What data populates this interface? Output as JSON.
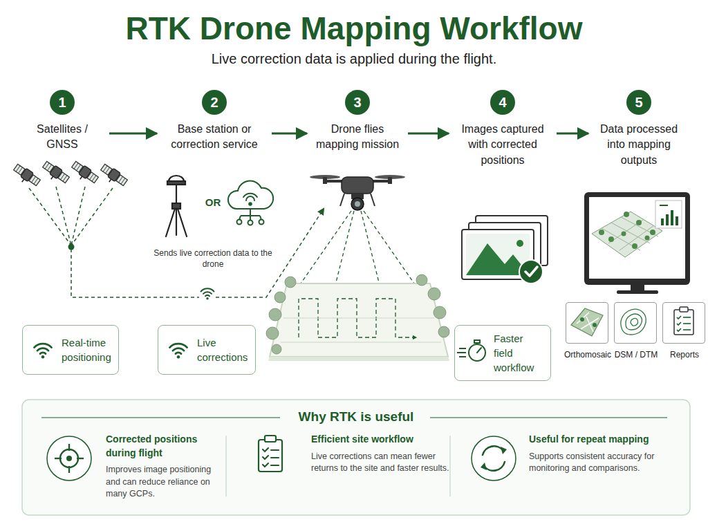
{
  "diagram": {
    "title": "RTK Drone Mapping Workflow",
    "nodes": [
      {
        "text": [
          "1",
          "Satellites / GNSS"
        ]
      },
      {
        "text": [
          "2",
          "Base station or correction service"
        ]
      },
      {
        "text": [
          "3",
          "Drone flies mapping mission"
        ]
      },
      {
        "text": [
          "4",
          "Images captured with corrected positions"
        ]
      },
      {
        "text": [
          "5",
          "Data processed into mapping outputs"
        ]
      },
      {
        "text": [
          "Real-time positioning"
        ]
      },
      {
        "text": [
          "Live corrections"
        ]
      },
      {
        "text": [
          "Faster field workflow"
        ]
      },
      {
        "text": [
          "Orthomosaic"
        ]
      },
      {
        "text": [
          "DSM / DTM"
        ]
      },
      {
        "text": [
          "Reports"
        ]
      },
      {
        "text": [
          "Why RTK is useful"
        ]
      },
      {
        "text": [
          "Corrected positions during flight",
          "Improves image positioning and can reduce reliance on many GCPs."
        ],
        "in": 11
      },
      {
        "text": [
          "Efficient site workflow",
          "Live corrections can mean fewer returns to the site and faster results."
        ],
        "in": 11
      },
      {
        "text": [
          "Useful for repeat mapping",
          "Supports consistent accuracy for monitoring and comparisons."
        ],
        "in": 11
      }
    ],
    "edges": [
      {
        "from": 0,
        "to": 1,
        "arrow": "to"
      },
      {
        "from": 1,
        "to": 2,
        "arrow": "to"
      },
      {
        "from": 2,
        "to": 3,
        "arrow": "to"
      },
      {
        "from": 3,
        "to": 4,
        "arrow": "to"
      }
    ],
    "labels": [
      "Live correction data is applied during the flight.",
      "OR",
      "Sends live correction data to the drone"
    ]
  }
}
